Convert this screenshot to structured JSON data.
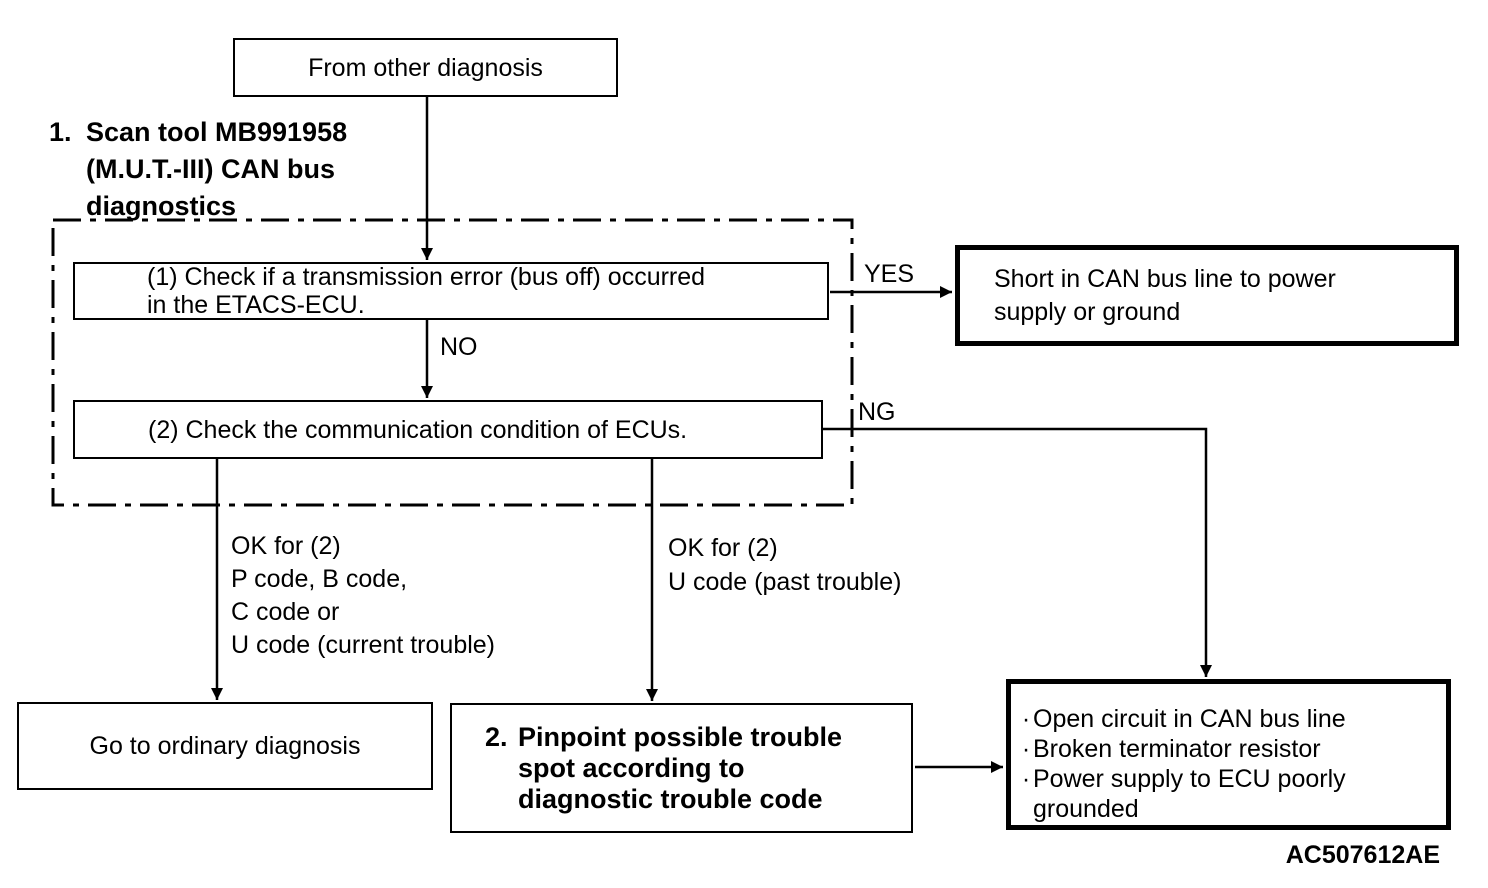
{
  "diagram": {
    "title_code": "AC507612AE",
    "colors": {
      "line": "#000000",
      "background": "#ffffff"
    },
    "nodes": {
      "from_other": {
        "label": "From other diagnosis"
      },
      "scan_tool": {
        "number": "1.",
        "lines": [
          "Scan tool MB991958",
          "(M.U.T.-III) CAN bus",
          "diagnostics"
        ]
      },
      "check1": {
        "lines": [
          "(1) Check if a transmission error (bus off) occurred",
          "in the ETACS-ECU."
        ]
      },
      "check2": {
        "label": "(2) Check the communication condition of ECUs."
      },
      "short_result": {
        "lines": [
          "Short in CAN bus line to power",
          "supply or ground"
        ]
      },
      "go_ordinary": {
        "label": "Go to ordinary diagnosis"
      },
      "pinpoint": {
        "number": "2.",
        "lines": [
          "Pinpoint possible trouble",
          "spot according to",
          "diagnostic trouble code"
        ]
      },
      "causes": {
        "bullet": "·",
        "items": [
          "Open circuit in CAN bus line",
          "Broken terminator resistor",
          "Power supply to ECU poorly grounded"
        ]
      }
    },
    "edges": {
      "yes": "YES",
      "no": "NO",
      "ng": "NG",
      "ok_left": {
        "lines": [
          "OK for (2)",
          "P code, B code,",
          "C code or",
          "U code (current trouble)"
        ]
      },
      "ok_middle": {
        "lines": [
          "OK for (2)",
          "U code (past trouble)"
        ]
      }
    }
  }
}
